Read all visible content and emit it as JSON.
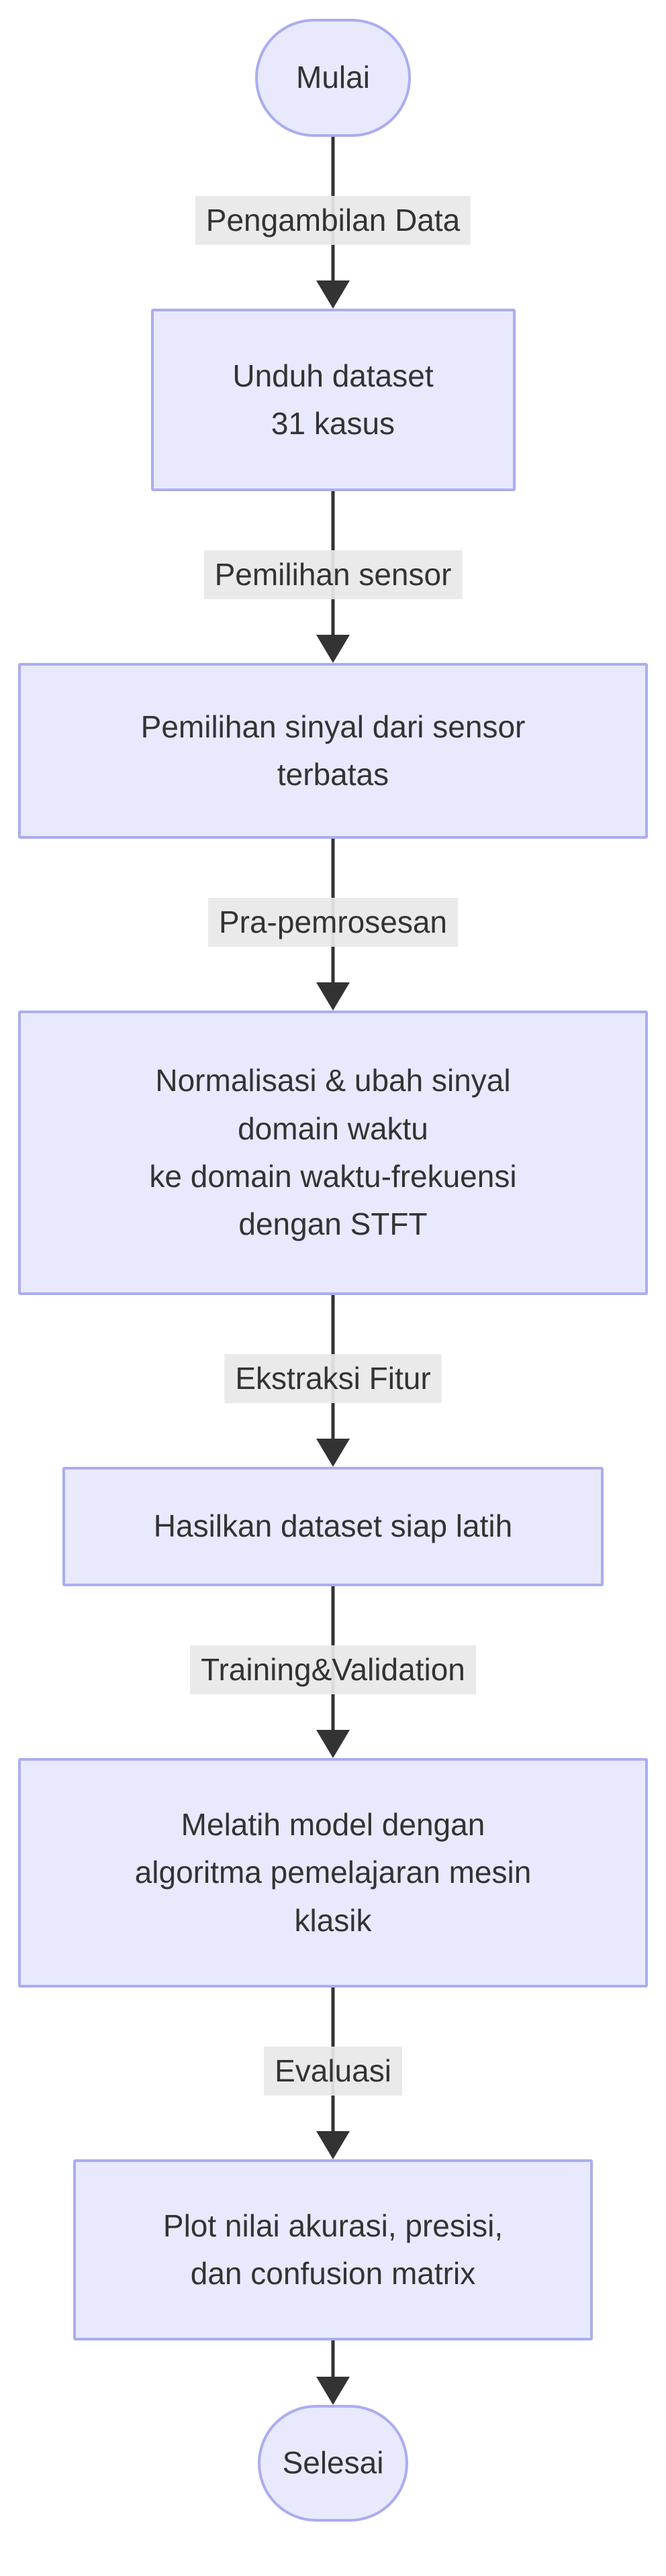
{
  "diagram": {
    "type": "flowchart",
    "direction": "top-down",
    "colors": {
      "node_fill": "#e8e9fc",
      "node_border": "#aaadf0",
      "edge_label_bg": "#e8e8e8",
      "line": "#333333",
      "text": "#333333",
      "background": "#ffffff"
    },
    "nodes": [
      {
        "shape": "stadium",
        "label": "Mulai"
      },
      {
        "shape": "rect",
        "label": "Unduh dataset\n31 kasus"
      },
      {
        "shape": "rect",
        "label": "Pemilihan sinyal dari sensor\nterbatas"
      },
      {
        "shape": "rect",
        "label": "Normalisasi & ubah sinyal\ndomain waktu\nke domain waktu-frekuensi\ndengan STFT"
      },
      {
        "shape": "rect",
        "label": "Hasilkan dataset siap latih"
      },
      {
        "shape": "rect",
        "label": "Melatih model dengan\nalgoritma pemelajaran mesin\nklasik"
      },
      {
        "shape": "rect",
        "label": "Plot nilai akurasi, presisi,\ndan confusion matrix"
      },
      {
        "shape": "stadium",
        "label": "Selesai"
      }
    ],
    "edges": [
      {
        "from": "Mulai",
        "to": "Unduh dataset 31 kasus",
        "label": "Pengambilan Data"
      },
      {
        "from": "Unduh dataset 31 kasus",
        "to": "Pemilihan sinyal dari sensor terbatas",
        "label": "Pemilihan sensor"
      },
      {
        "from": "Pemilihan sinyal dari sensor terbatas",
        "to": "Normalisasi & ubah sinyal",
        "label": "Pra-pemrosesan"
      },
      {
        "from": "Normalisasi & ubah sinyal",
        "to": "Hasilkan dataset siap latih",
        "label": "Ekstraksi Fitur"
      },
      {
        "from": "Hasilkan dataset siap latih",
        "to": "Melatih model",
        "label": "Training&Validation"
      },
      {
        "from": "Melatih model",
        "to": "Plot nilai akurasi",
        "label": "Evaluasi"
      },
      {
        "from": "Plot nilai akurasi",
        "to": "Selesai",
        "label": ""
      }
    ]
  }
}
